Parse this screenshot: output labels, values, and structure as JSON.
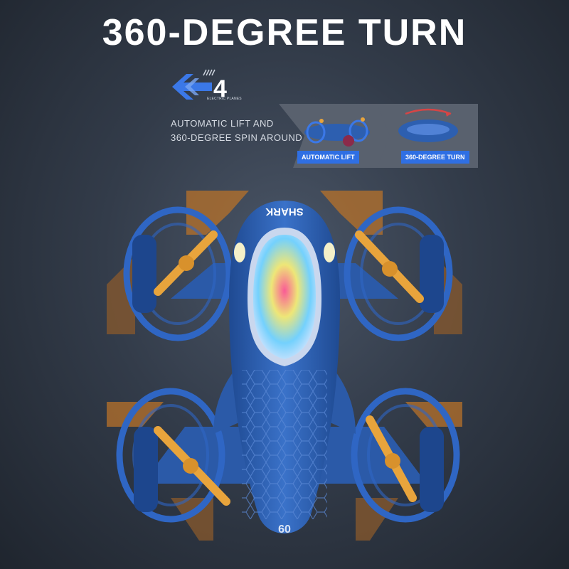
{
  "headline": "360-DEGREE TURN",
  "badge": {
    "number": "4",
    "small_text": "ELECTRIC PLANES"
  },
  "caption": {
    "line1": "AUTOMATIC LIFT AND",
    "line2": "360-DEGREE SPIN AROUND"
  },
  "panels": [
    {
      "label": "AUTOMATIC LIFT"
    },
    {
      "label": "360-DEGREE TURN"
    }
  ],
  "toy": {
    "nose_text": "SHARK",
    "tail_text": "09"
  },
  "colors": {
    "body": "#2d5fb0",
    "propeller": "#e8a43c",
    "label_bg": "#2f6fe3",
    "accent": "#3b78e7"
  }
}
